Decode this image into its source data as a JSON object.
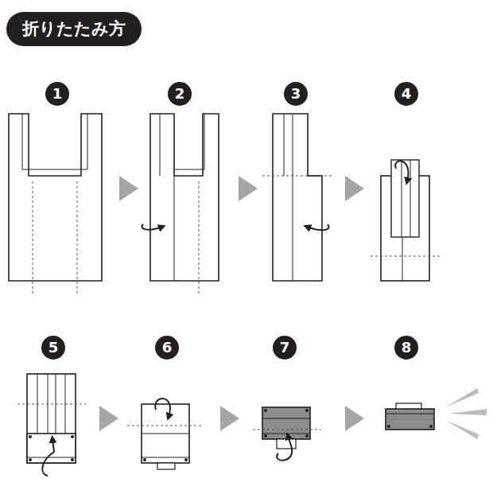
{
  "diagram": {
    "title": "折りたたみ方",
    "nodes": [
      {
        "text": [
          "1"
        ]
      },
      {
        "text": [
          "2"
        ]
      },
      {
        "text": [
          "3"
        ]
      },
      {
        "text": [
          "4"
        ]
      },
      {
        "text": [
          "5"
        ]
      },
      {
        "text": [
          "6"
        ]
      },
      {
        "text": [
          "7"
        ]
      },
      {
        "text": [
          "8"
        ]
      }
    ]
  }
}
